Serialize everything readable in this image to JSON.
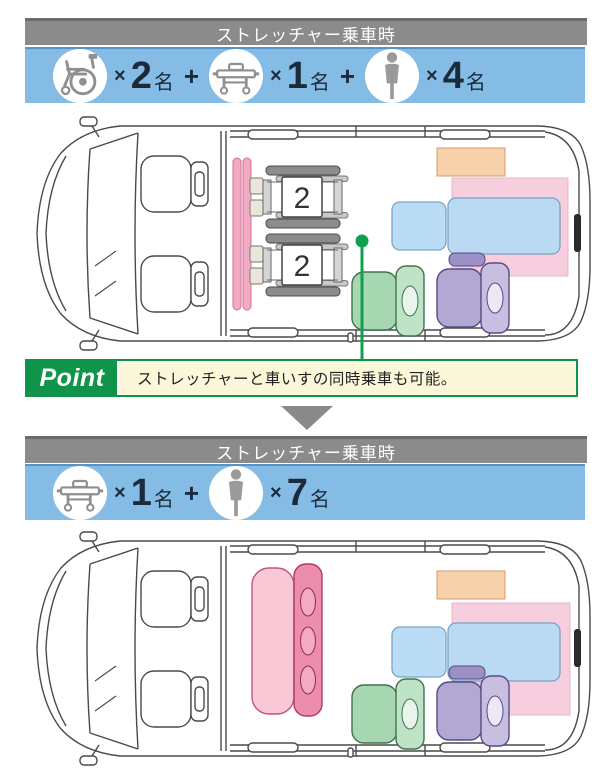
{
  "colors": {
    "header_bg": "#8b8b8b",
    "band_bg": "#85bce5",
    "count_text": "#1c2b3c",
    "point_green": "#0f9449",
    "point_bg": "#fbf8d9",
    "arrow_gray": "#8a8a8a",
    "icon_gray": "#8f8f8f",
    "seat_pink": "#ec8cae",
    "seat_green": "#a6d7b0",
    "seat_purple": "#b3a8d4",
    "stretcher_blue": "#b5dbf5",
    "zone_pink": "#f2afc7",
    "cabinet_orange": "#f6c89e"
  },
  "section1": {
    "header": "ストレッチャー乗車時",
    "capacity": [
      {
        "icon": "wheelchair-icon",
        "times": "×",
        "count": "2",
        "unit": "名"
      },
      {
        "icon": "stretcher-icon",
        "times": "×",
        "count": "1",
        "unit": "名"
      },
      {
        "icon": "person-icon",
        "times": "×",
        "count": "4",
        "unit": "名"
      }
    ],
    "plus": "+"
  },
  "van1": {
    "wheelchair_labels": [
      "2",
      "2"
    ]
  },
  "point": {
    "label": "Point",
    "text": "ストレッチャーと車いすの同時乗車も可能。"
  },
  "section2": {
    "header": "ストレッチャー乗車時",
    "capacity": [
      {
        "icon": "stretcher-icon",
        "times": "×",
        "count": "1",
        "unit": "名"
      },
      {
        "icon": "person-icon",
        "times": "×",
        "count": "7",
        "unit": "名"
      }
    ],
    "plus": "+"
  }
}
